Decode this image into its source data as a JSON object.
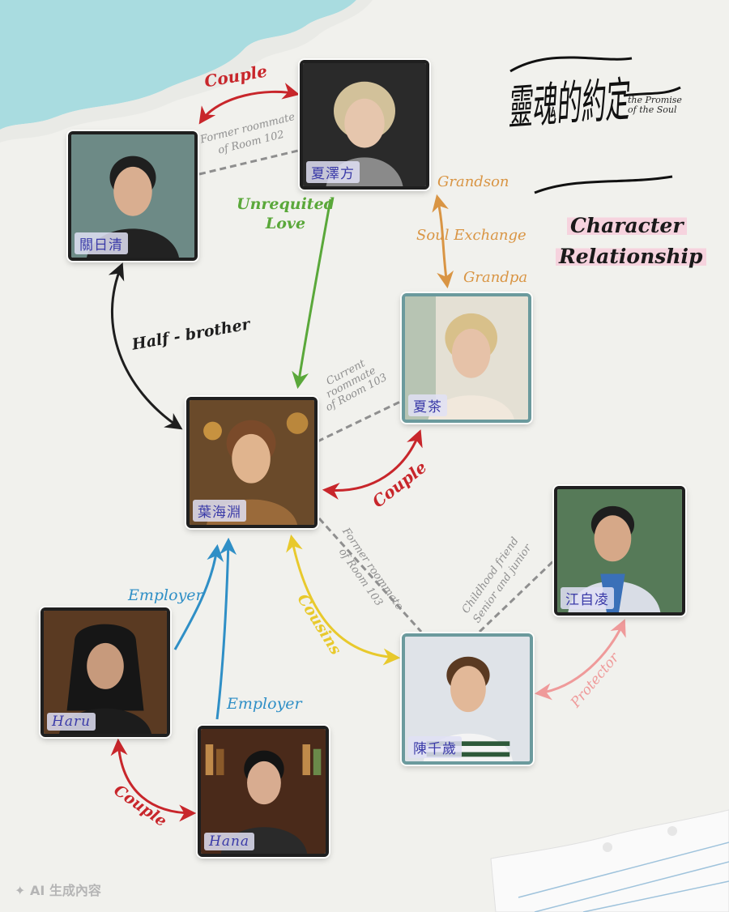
{
  "title": {
    "chinese": "靈魂的約定",
    "english": [
      "the Promise",
      "of the Soul"
    ],
    "banner": [
      "Character",
      "Relationship"
    ]
  },
  "characters": {
    "xia_zefang": "夏澤方",
    "guan_riqing": "關日清",
    "xia_cha": "夏茶",
    "ye_haiyuan": "葉海淵",
    "jiang_ziling": "江自凌",
    "haru": "Haru",
    "hana": "Hana",
    "chen_qiansui": "陳千歲"
  },
  "relations": {
    "couple_top": "Couple",
    "unrequited": [
      "Unrequited",
      "Love"
    ],
    "grandson": "Grandson",
    "soul_exchange": "Soul Exchange",
    "grandpa": "Grandpa",
    "half_brother": "Half - brother",
    "couple_mid": "Couple",
    "employer_1": "Employer",
    "employer_2": "Employer",
    "cousins": "Cousins",
    "protector": "Protector",
    "couple_bottom": "Couple",
    "former_102": [
      "Former roommate",
      "of Room 102"
    ],
    "current_103": [
      "Current",
      "roommate",
      "of Room 103"
    ],
    "former_103": [
      "Former roommate",
      "of Room 103"
    ],
    "childhood": [
      "Childhood friend",
      "Senior and junior"
    ]
  },
  "colors": {
    "couple": "#c8262b",
    "unrequited": "#5aa83a",
    "family": "#d99544",
    "half_brother": "#1e1e1e",
    "employer": "#2f8fc6",
    "cousins": "#e8c92c",
    "protector": "#ef9a9a",
    "room": "#8f8f8f",
    "sky": "#a9dce0"
  },
  "watermark": "AI 生成內容"
}
